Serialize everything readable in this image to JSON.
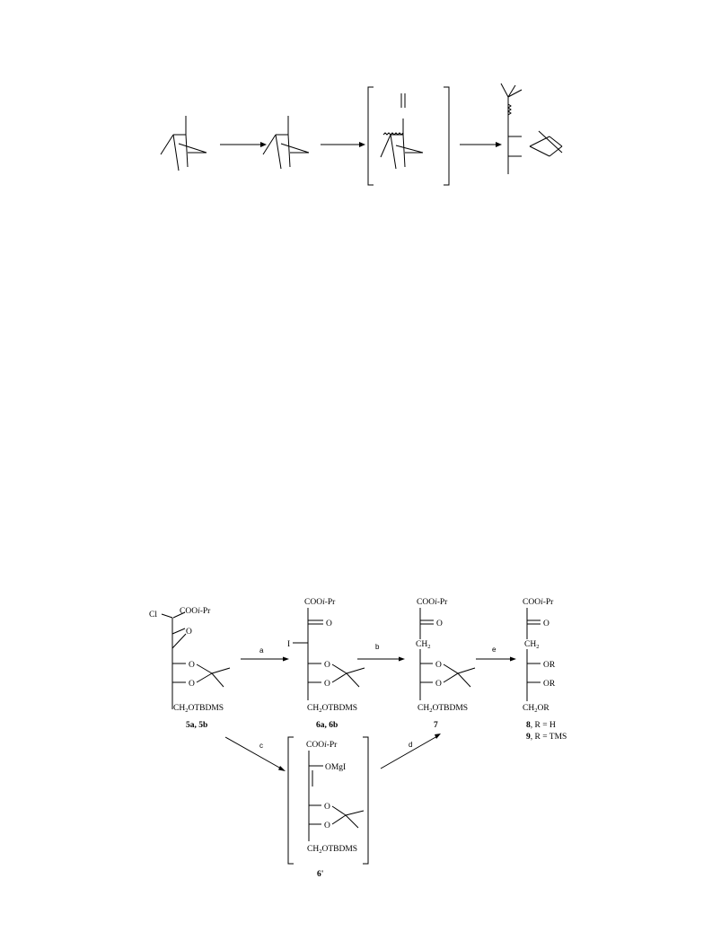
{
  "scheme1": {
    "description_hidden": ""
  },
  "scheme2": {
    "s5": {
      "cl": "Cl",
      "coo": "COO",
      "ipr": "i",
      "pr": "-Pr",
      "o_epox": "O",
      "o1": "O",
      "o2": "O",
      "ch2": "CH",
      "sub2": "2",
      "otbdms": "OTBDMS",
      "label": "5a, 5b"
    },
    "s6": {
      "coo": "COO",
      "ipr": "i",
      "pr": "-Pr",
      "keto_o": "O",
      "iodo": "I",
      "o1": "O",
      "o2": "O",
      "ch2": "CH",
      "sub2": "2",
      "otbdms": "OTBDMS",
      "label": "6a, 6b"
    },
    "s7": {
      "coo": "COO",
      "ipr": "i",
      "pr": "-Pr",
      "keto_o": "O",
      "ch2a": "CH",
      "sub2a": "2",
      "o1": "O",
      "o2": "O",
      "ch2": "CH",
      "sub2": "2",
      "otbdms": "OTBDMS",
      "label": "7"
    },
    "s8": {
      "coo": "COO",
      "ipr": "i",
      "pr": "-Pr",
      "keto_o": "O",
      "ch2a": "CH",
      "sub2a": "2",
      "or1": "OR",
      "or2": "OR",
      "ch2": "CH",
      "sub2": "2",
      "or3": "OR",
      "label8": "8",
      "label8_rest": ", R = H",
      "label9": "9",
      "label9_rest": ", R = TMS"
    },
    "s6p": {
      "coo": "COO",
      "ipr": "i",
      "pr": "-Pr",
      "omgi": "OMgI",
      "o1": "O",
      "o2": "O",
      "ch2": "CH",
      "sub2": "2",
      "otbdms": "OTBDMS",
      "label": "6'"
    },
    "arrows": {
      "a": "a",
      "b": "b",
      "c": "c",
      "d": "d",
      "e": "e"
    }
  }
}
